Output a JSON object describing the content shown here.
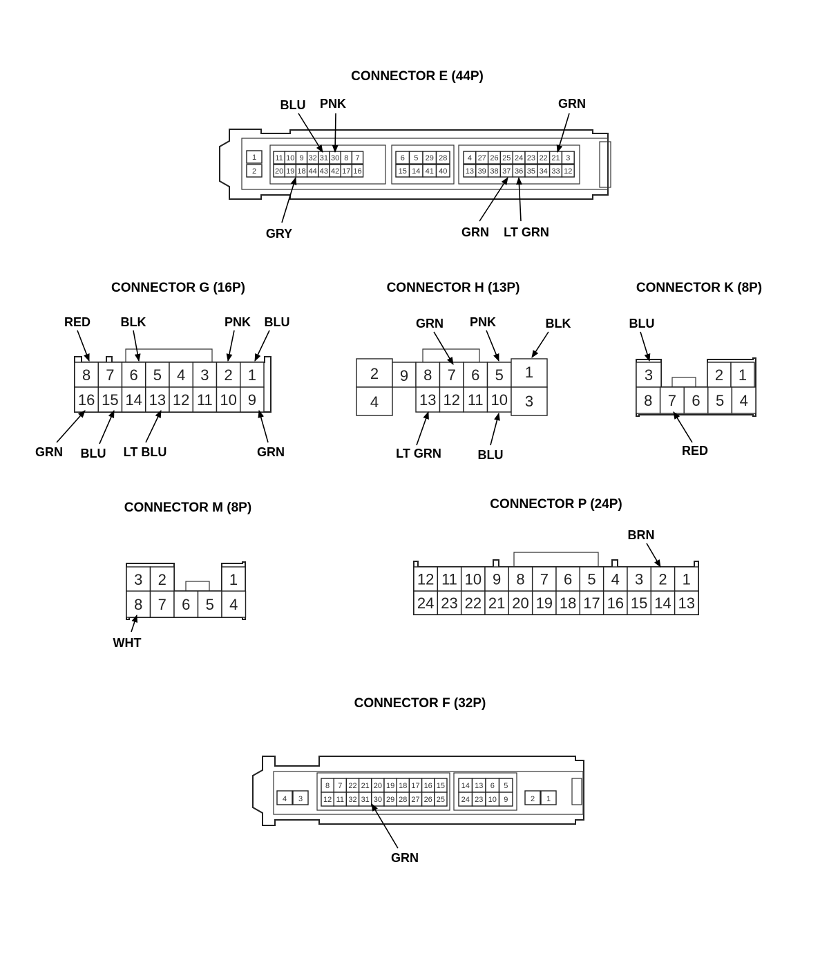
{
  "colors": {
    "ink": "#000000",
    "background": "#ffffff"
  },
  "connectors": {
    "E": {
      "title": "CONNECTOR E (44P)",
      "pins": {
        "left_pair_top": "1",
        "left_pair_bottom": "2",
        "g1_top": [
          "11",
          "10",
          "9",
          "32",
          "31",
          "30",
          "8",
          "7"
        ],
        "g1_bottom": [
          "20",
          "19",
          "18",
          "44",
          "43",
          "42",
          "17",
          "16"
        ],
        "g2_top": [
          "6",
          "5",
          "29",
          "28"
        ],
        "g2_bottom": [
          "15",
          "14",
          "41",
          "40"
        ],
        "g3_top": [
          "4",
          "27",
          "26",
          "25",
          "24",
          "23",
          "22",
          "21",
          "3"
        ],
        "g3_bottom": [
          "13",
          "39",
          "38",
          "37",
          "36",
          "35",
          "34",
          "33",
          "12"
        ]
      },
      "labels": {
        "blu": "BLU",
        "pnk": "PNK",
        "grn_top": "GRN",
        "gry": "GRY",
        "grn_bottom": "GRN",
        "lt_grn": "LT GRN"
      }
    },
    "G": {
      "title": "CONNECTOR G (16P)",
      "top": [
        "8",
        "7",
        "6",
        "5",
        "4",
        "3",
        "2",
        "1"
      ],
      "bottom": [
        "16",
        "15",
        "14",
        "13",
        "12",
        "11",
        "10",
        "9"
      ],
      "labels": {
        "red": "RED",
        "blk": "BLK",
        "pnk": "PNK",
        "blu_top": "BLU",
        "grn_left": "GRN",
        "blu_bottom": "BLU",
        "lt_blu": "LT BLU",
        "grn_right": "GRN"
      }
    },
    "H": {
      "title": "CONNECTOR H (13P)",
      "pins": {
        "p2": "2",
        "p4": "4",
        "p9": "9",
        "top": [
          "8",
          "7",
          "6",
          "5"
        ],
        "bottom": [
          "13",
          "12",
          "11",
          "10"
        ],
        "p1": "1",
        "p3": "3"
      },
      "labels": {
        "grn": "GRN",
        "pnk": "PNK",
        "blk": "BLK",
        "lt_grn": "LT GRN",
        "blu": "BLU"
      }
    },
    "K": {
      "title": "CONNECTOR K (8P)",
      "pins": {
        "p3": "3",
        "p2": "2",
        "p1": "1",
        "bottom": [
          "8",
          "7",
          "6",
          "5",
          "4"
        ]
      },
      "labels": {
        "blu": "BLU",
        "red": "RED"
      }
    },
    "M": {
      "title": "CONNECTOR M (8P)",
      "pins": {
        "p3": "3",
        "p2": "2",
        "p1": "1",
        "bottom": [
          "8",
          "7",
          "6",
          "5",
          "4"
        ]
      },
      "labels": {
        "wht": "WHT"
      }
    },
    "P": {
      "title": "CONNECTOR P (24P)",
      "top": [
        "12",
        "11",
        "10",
        "9",
        "8",
        "7",
        "6",
        "5",
        "4",
        "3",
        "2",
        "1"
      ],
      "bottom": [
        "24",
        "23",
        "22",
        "21",
        "20",
        "19",
        "18",
        "17",
        "16",
        "15",
        "14",
        "13"
      ],
      "labels": {
        "brn": "BRN"
      }
    },
    "F": {
      "title": "CONNECTOR F (32P)",
      "pins": {
        "left_pair": [
          "4",
          "3"
        ],
        "g1_top": [
          "8",
          "7",
          "22",
          "21",
          "20",
          "19",
          "18",
          "17",
          "16",
          "15"
        ],
        "g1_bottom": [
          "12",
          "11",
          "32",
          "31",
          "30",
          "29",
          "28",
          "27",
          "26",
          "25"
        ],
        "g2_top": [
          "14",
          "13",
          "6",
          "5"
        ],
        "g2_bottom": [
          "24",
          "23",
          "10",
          "9"
        ],
        "right_pair": [
          "2",
          "1"
        ]
      },
      "labels": {
        "grn": "GRN"
      }
    }
  }
}
